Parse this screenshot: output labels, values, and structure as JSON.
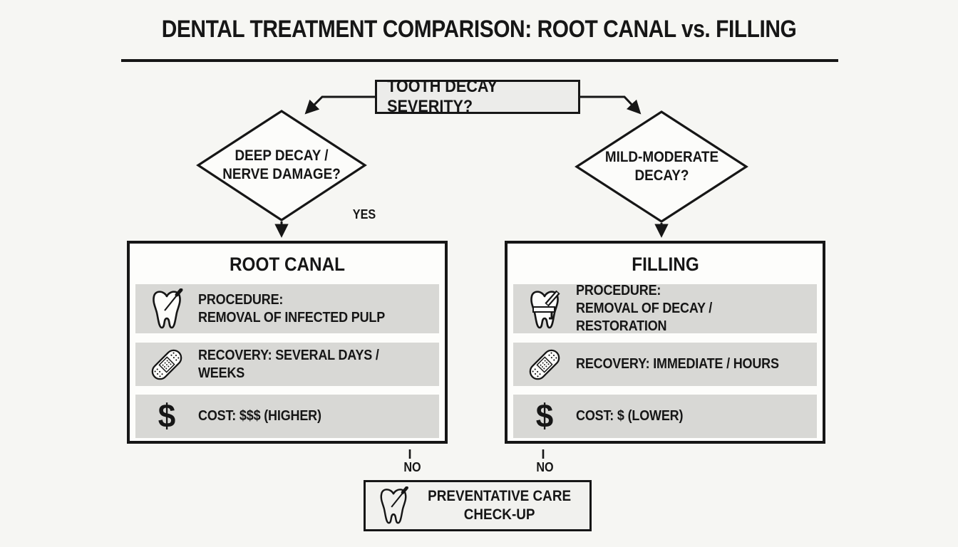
{
  "title": "DENTAL TREATMENT COMPARISON: ROOT CANAL vs. FILLING",
  "flowchart": {
    "root_question": "TOOTH DECAY SEVERITY?",
    "left_branch": {
      "question_line1": "DEEP DECAY /",
      "question_line2": "NERVE DAMAGE?",
      "yes_label": "YES",
      "no_label": "NO"
    },
    "right_branch": {
      "question_line1": "MILD-MODERATE",
      "question_line2": "DECAY?",
      "no_label": "NO"
    }
  },
  "treatments": [
    {
      "name": "ROOT CANAL",
      "procedure_label": "PROCEDURE:",
      "procedure_value": "REMOVAL OF INFECTED PULP",
      "recovery": "RECOVERY: SEVERAL DAYS / WEEKS",
      "cost": "COST: $$$ (HIGHER)",
      "cost_glyph": "$",
      "icons": {
        "procedure": "tooth-probe-icon",
        "recovery": "bandage-icon",
        "cost": "dollar-icon"
      }
    },
    {
      "name": "FILLING",
      "procedure_label": "PROCEDURE:",
      "procedure_value": "REMOVAL OF DECAY / RESTORATION",
      "recovery": "RECOVERY: IMMEDIATE / HOURS",
      "cost": "COST: $ (LOWER)",
      "cost_glyph": "$",
      "icons": {
        "procedure": "tooth-filling-icon",
        "recovery": "bandage-icon",
        "cost": "dollar-icon"
      }
    }
  ],
  "footer": {
    "line1": "PREVENTATIVE CARE",
    "line2": "CHECK-UP",
    "icon": "tooth-probe-icon"
  },
  "colors": {
    "background": "#f6f6f3",
    "panel_fill": "#fdfdfb",
    "row_fill": "#d8d8d5",
    "question_fill": "#ececea",
    "footer_fill": "#f1f1ee",
    "line": "#161616"
  }
}
